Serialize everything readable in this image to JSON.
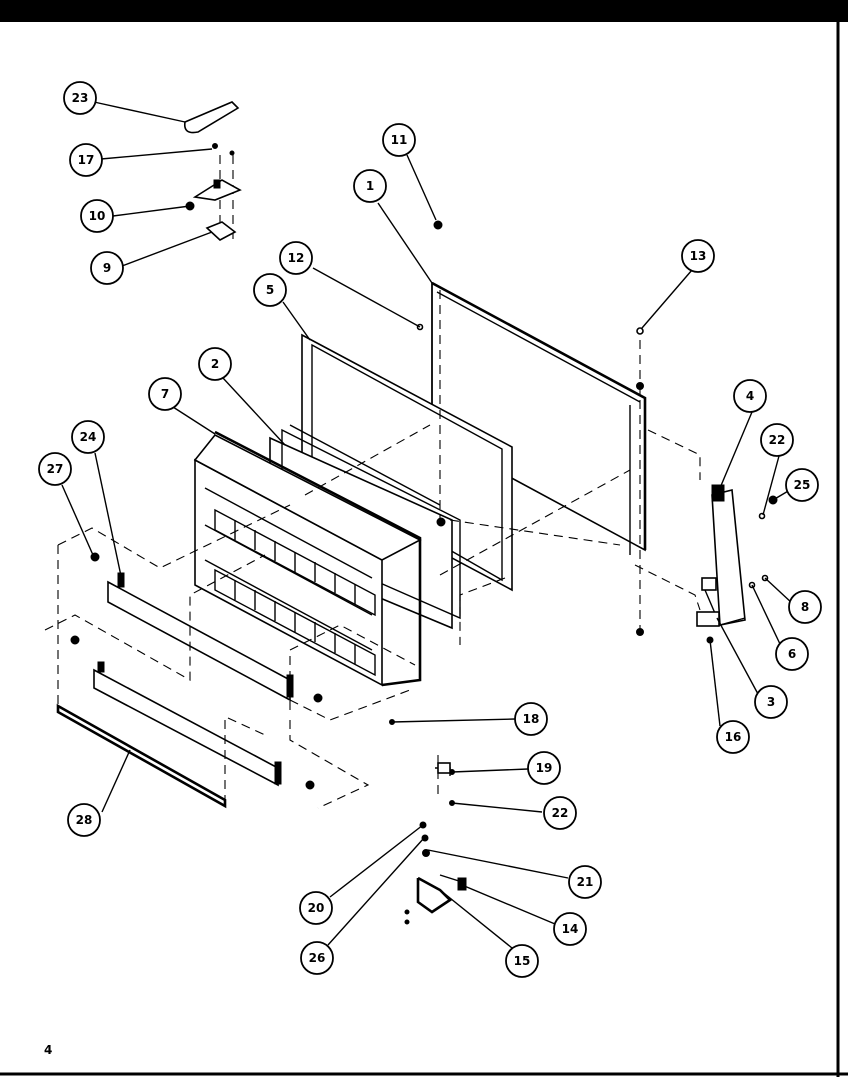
{
  "page_number": "4",
  "callouts": [
    {
      "id": "c23",
      "label": "23"
    },
    {
      "id": "c17",
      "label": "17"
    },
    {
      "id": "c10",
      "label": "10"
    },
    {
      "id": "c9",
      "label": "9"
    },
    {
      "id": "c11",
      "label": "11"
    },
    {
      "id": "c1",
      "label": "1"
    },
    {
      "id": "c12",
      "label": "12"
    },
    {
      "id": "c13",
      "label": "13"
    },
    {
      "id": "c5",
      "label": "5"
    },
    {
      "id": "c2",
      "label": "2"
    },
    {
      "id": "c7",
      "label": "7"
    },
    {
      "id": "c24",
      "label": "24"
    },
    {
      "id": "c27",
      "label": "27"
    },
    {
      "id": "c4",
      "label": "4"
    },
    {
      "id": "c22a",
      "label": "22"
    },
    {
      "id": "c25",
      "label": "25"
    },
    {
      "id": "c8",
      "label": "8"
    },
    {
      "id": "c6",
      "label": "6"
    },
    {
      "id": "c3",
      "label": "3"
    },
    {
      "id": "c16",
      "label": "16"
    },
    {
      "id": "c18",
      "label": "18"
    },
    {
      "id": "c19",
      "label": "19"
    },
    {
      "id": "c22b",
      "label": "22"
    },
    {
      "id": "c28",
      "label": "28"
    },
    {
      "id": "c21",
      "label": "21"
    },
    {
      "id": "c20",
      "label": "20"
    },
    {
      "id": "c14",
      "label": "14"
    },
    {
      "id": "c26",
      "label": "26"
    },
    {
      "id": "c15",
      "label": "15"
    }
  ]
}
